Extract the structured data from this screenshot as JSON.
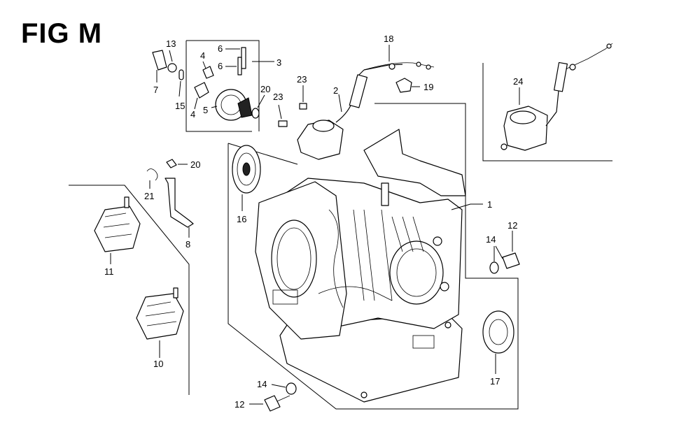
{
  "title": "FIG M",
  "callouts": {
    "c1": "1",
    "c2": "2",
    "c3": "3",
    "c4a": "4",
    "c4b": "4",
    "c5": "5",
    "c6a": "6",
    "c6b": "6",
    "c7": "7",
    "c8": "8",
    "c10": "10",
    "c11": "11",
    "c12a": "12",
    "c12b": "12",
    "c13": "13",
    "c14a": "14",
    "c14b": "14",
    "c15": "15",
    "c16": "16",
    "c17": "17",
    "c18": "18",
    "c19": "19",
    "c20a": "20",
    "c20b": "20",
    "c21": "21",
    "c23a": "23",
    "c23b": "23",
    "c24": "24"
  }
}
